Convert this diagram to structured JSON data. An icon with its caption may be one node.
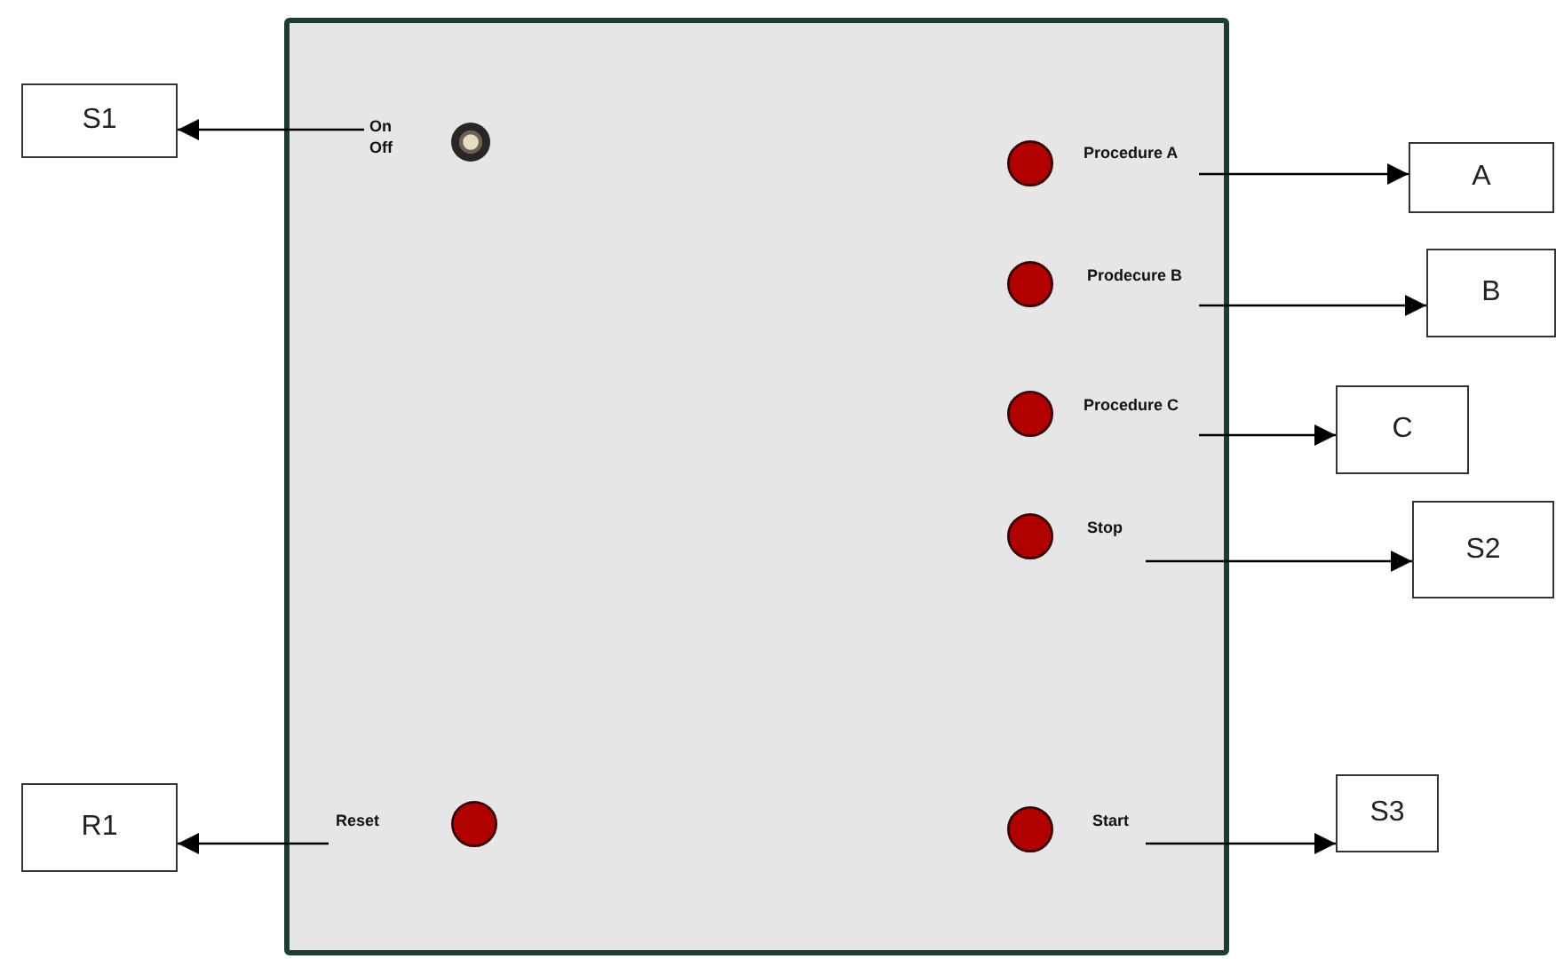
{
  "diagram": {
    "nodes": [
      {
        "text": [],
        "shape": "box"
      },
      {
        "text": [
          "On",
          "Off"
        ],
        "in": 0
      },
      {
        "text": [
          "Procedure A"
        ],
        "in": 0
      },
      {
        "text": [
          "Prodecure B"
        ],
        "in": 0
      },
      {
        "text": [
          "Procedure C"
        ],
        "in": 0
      },
      {
        "text": [
          "Stop"
        ],
        "in": 0
      },
      {
        "text": [
          "Reset"
        ],
        "in": 0
      },
      {
        "text": [
          "Start"
        ],
        "in": 0
      },
      {
        "text": [
          "S1"
        ]
      },
      {
        "text": [
          "A"
        ]
      },
      {
        "text": [
          "B"
        ]
      },
      {
        "text": [
          "C"
        ]
      },
      {
        "text": [
          "S2"
        ]
      },
      {
        "text": [
          "R1"
        ]
      },
      {
        "text": [
          "S3"
        ]
      }
    ],
    "edges": [
      {
        "from": 1,
        "to": 8,
        "arrow": "to"
      },
      {
        "from": 2,
        "to": 9,
        "arrow": "to"
      },
      {
        "from": 3,
        "to": 10,
        "arrow": "to"
      },
      {
        "from": 4,
        "to": 11,
        "arrow": "to"
      },
      {
        "from": 5,
        "to": 12,
        "arrow": "to"
      },
      {
        "from": 6,
        "to": 13,
        "arrow": "to"
      },
      {
        "from": 7,
        "to": 14,
        "arrow": "to"
      }
    ]
  }
}
